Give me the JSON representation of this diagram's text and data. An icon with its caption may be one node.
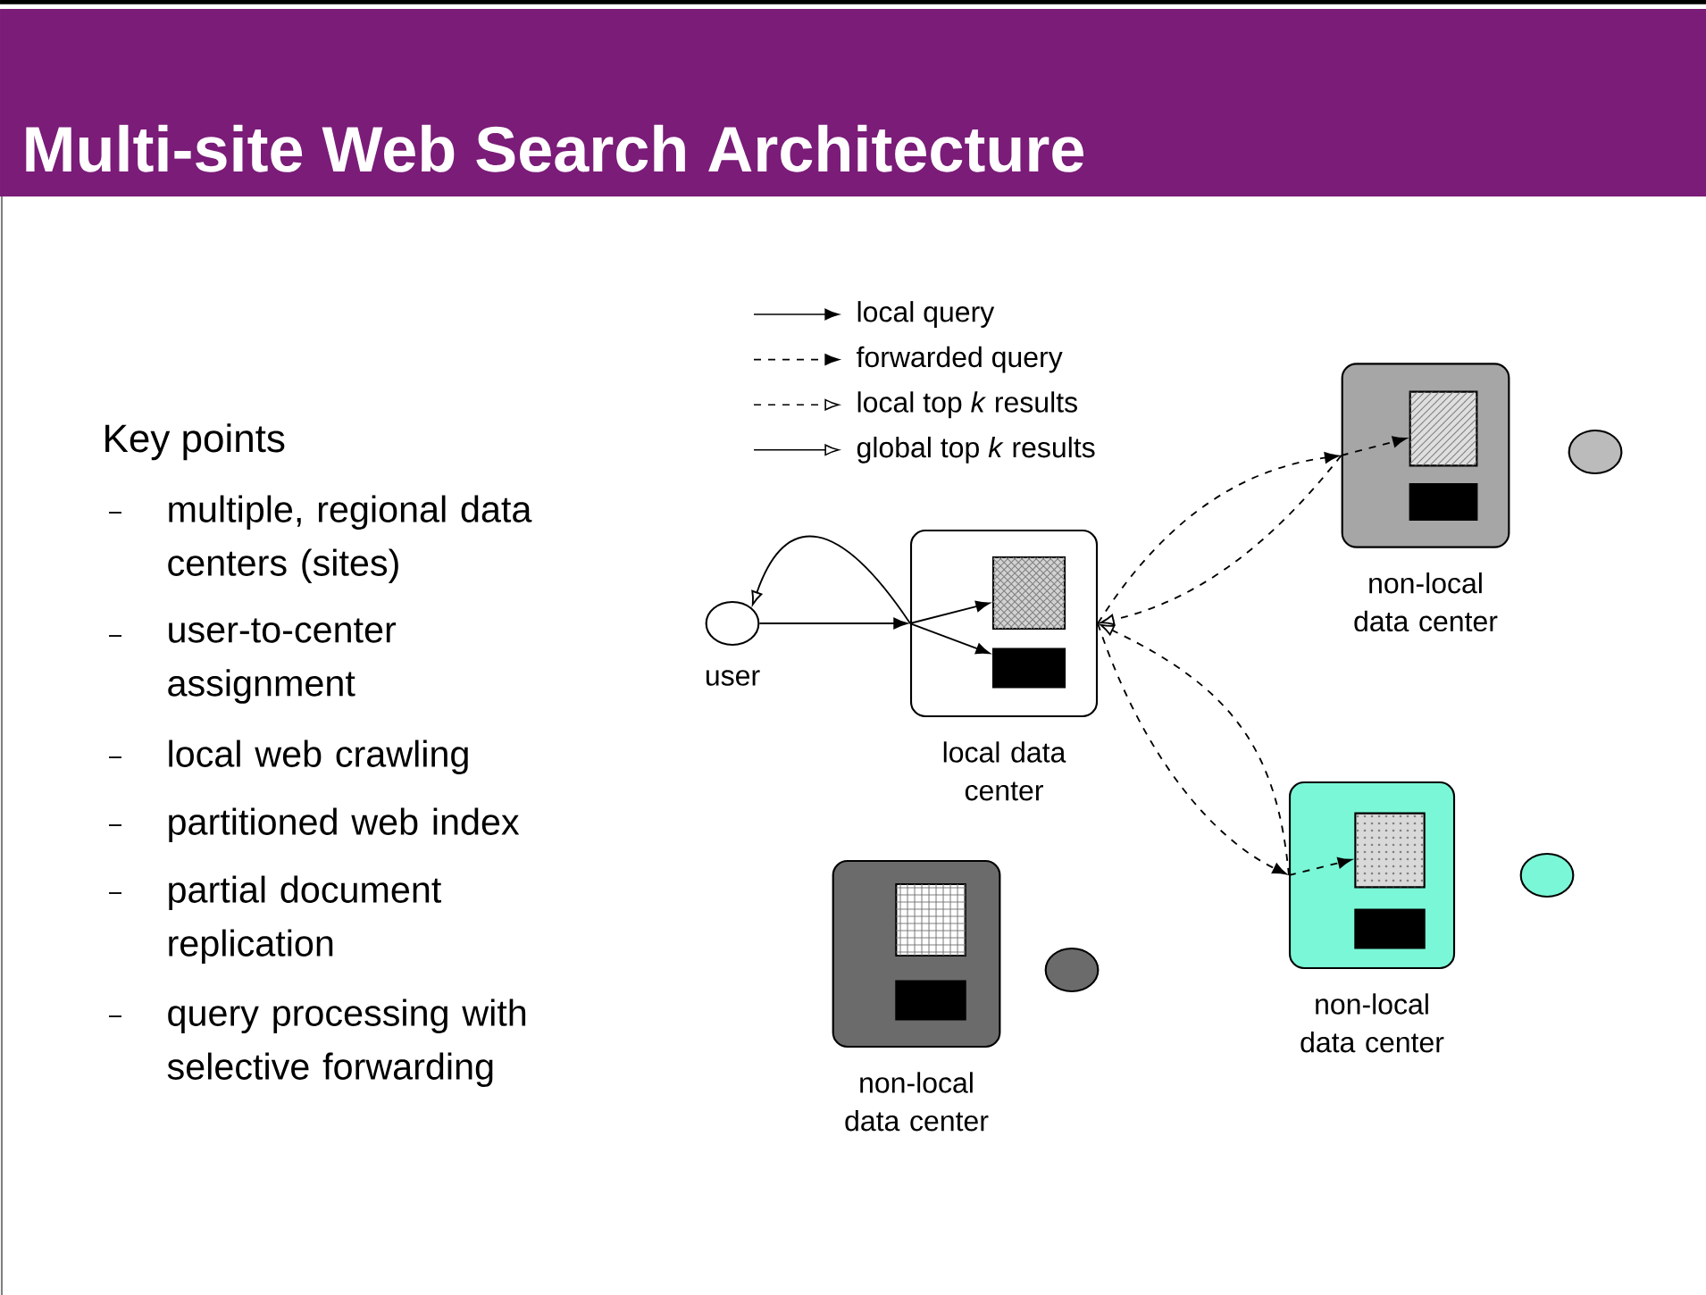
{
  "diagram": {
    "title": "Multi-site Web Search Architecture",
    "nodes": [
      {
        "text": [],
        "shape": "circle",
        "beside": [
          "user"
        ]
      },
      {
        "text": [
          "local data center"
        ]
      },
      {
        "text": [],
        "shape": "box",
        "in": 1
      },
      {
        "text": [],
        "shape": "box",
        "in": 1
      },
      {
        "text": [
          "non-local data center"
        ]
      },
      {
        "text": [],
        "shape": "box",
        "in": 4
      },
      {
        "text": [],
        "shape": "box",
        "in": 4
      },
      {
        "text": [],
        "shape": "circle"
      },
      {
        "text": [
          "non-local data center"
        ]
      },
      {
        "text": [],
        "shape": "box",
        "in": 8
      },
      {
        "text": [],
        "shape": "box",
        "in": 8
      },
      {
        "text": [],
        "shape": "circle"
      },
      {
        "text": [
          "non-local data center"
        ]
      },
      {
        "text": [],
        "shape": "box",
        "in": 12
      },
      {
        "text": [],
        "shape": "box",
        "in": 12
      },
      {
        "text": [],
        "shape": "circle"
      }
    ],
    "edges": [
      {
        "from": 0,
        "to": 1,
        "arrow": "to"
      },
      {
        "from": 1,
        "to": 2,
        "arrow": "to"
      },
      {
        "from": 1,
        "to": 3,
        "arrow": "to"
      },
      {
        "from": 1,
        "to": 0,
        "arrow": "to"
      },
      {
        "from": 1,
        "to": 4,
        "arrow": "to",
        "style": "dashed"
      },
      {
        "from": 4,
        "to": 5,
        "arrow": "to",
        "style": "dashed"
      },
      {
        "from": 4,
        "to": 1,
        "arrow": "to",
        "style": "dashed"
      },
      {
        "from": 1,
        "to": 8,
        "arrow": "to",
        "style": "dashed"
      },
      {
        "from": 8,
        "to": 9,
        "arrow": "to",
        "style": "dashed"
      },
      {
        "from": 8,
        "to": 1,
        "arrow": "to",
        "style": "dashed"
      }
    ],
    "labels": [
      "Key points",
      "multiple, regional data centers (sites)",
      "user-to-center assignment",
      "local web crawling",
      "partitioned web index",
      "partial document replication",
      "query processing with selective forwarding"
    ],
    "legend": [
      {
        "text": "local query"
      },
      {
        "text": "forwarded query"
      },
      {
        "text": "local top *k* results"
      },
      {
        "text": "global top *k* results"
      }
    ]
  }
}
